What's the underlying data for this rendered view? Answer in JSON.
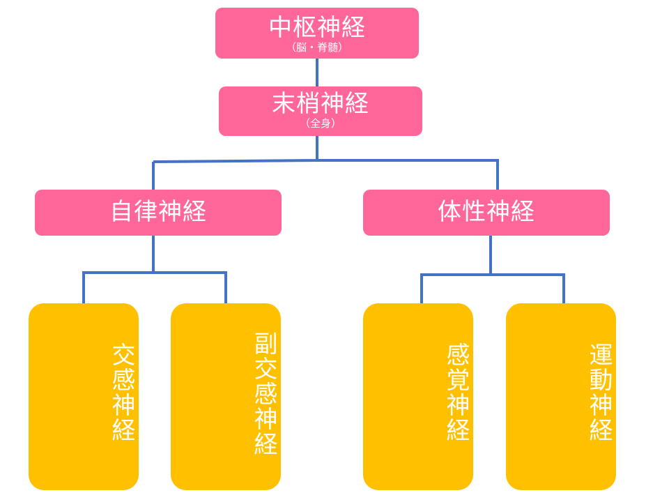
{
  "diagram": {
    "nodes": {
      "central": {
        "title": "中枢神経",
        "sub": "（脳・脊髄）"
      },
      "peripheral": {
        "title": "末梢神経",
        "sub": "（全身）"
      },
      "autonomic": {
        "title": "自律神経"
      },
      "somatic": {
        "title": "体性神経"
      },
      "sympathetic": {
        "title": "交感神経"
      },
      "parasympathetic": {
        "title": "副交感神経"
      },
      "sensory": {
        "title": "感覚神経"
      },
      "motor": {
        "title": "運動神経"
      }
    },
    "edges": [
      [
        "central",
        "peripheral"
      ],
      [
        "peripheral",
        "autonomic"
      ],
      [
        "peripheral",
        "somatic"
      ],
      [
        "autonomic",
        "sympathetic"
      ],
      [
        "autonomic",
        "parasympathetic"
      ],
      [
        "somatic",
        "sensory"
      ],
      [
        "somatic",
        "motor"
      ]
    ],
    "colors": {
      "level_top": "#ff6699",
      "level_leaf": "#ffc000",
      "connector": "#4472c4",
      "text": "#ffffff"
    }
  }
}
